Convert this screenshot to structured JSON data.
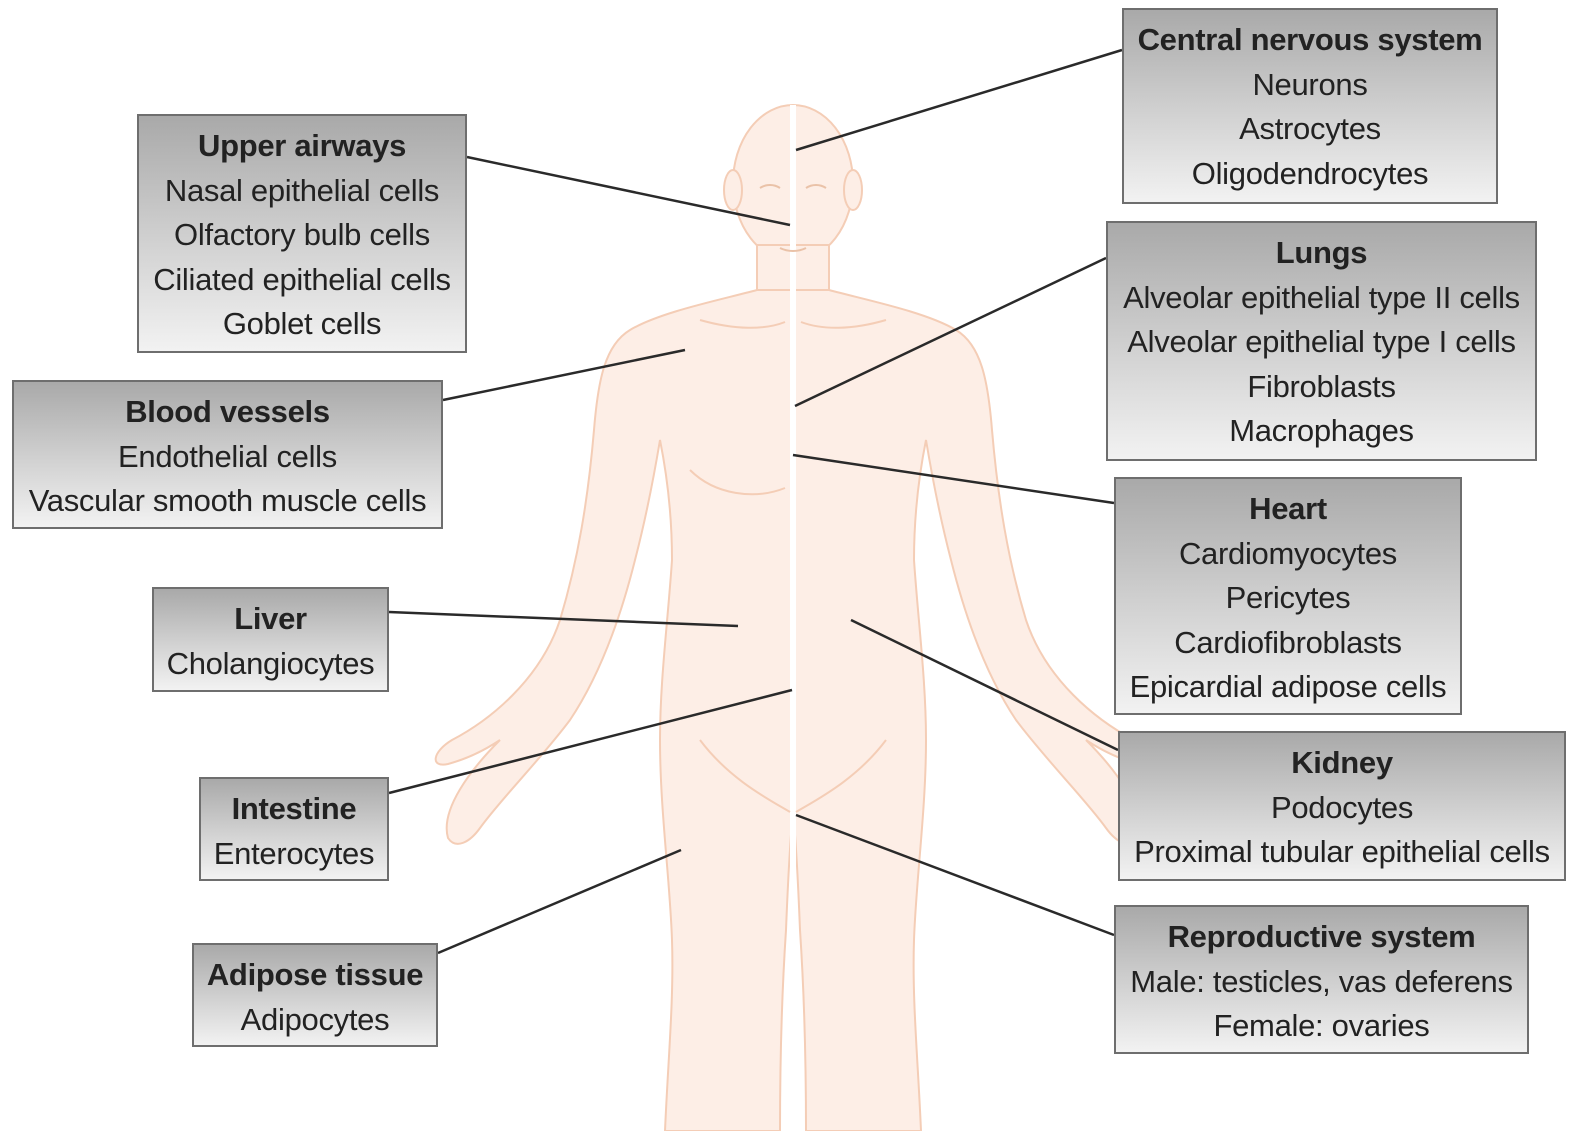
{
  "boxes": [
    {
      "id": "central-nervous-system",
      "title": "Central nervous system",
      "items": [
        "Neurons",
        "Astrocytes",
        "Oligodendrocytes"
      ]
    },
    {
      "id": "upper-airways",
      "title": "Upper airways",
      "items": [
        "Nasal epithelial cells",
        "Olfactory bulb cells",
        "Ciliated epithelial cells",
        "Goblet cells"
      ]
    },
    {
      "id": "lungs",
      "title": "Lungs",
      "items": [
        "Alveolar epithelial type II cells",
        "Alveolar epithelial type I cells",
        "Fibroblasts",
        "Macrophages"
      ]
    },
    {
      "id": "blood-vessels",
      "title": "Blood vessels",
      "items": [
        "Endothelial cells",
        "Vascular smooth muscle cells"
      ]
    },
    {
      "id": "heart",
      "title": "Heart",
      "items": [
        "Cardiomyocytes",
        "Pericytes",
        "Cardiofibroblasts",
        "Epicardial adipose cells"
      ]
    },
    {
      "id": "liver",
      "title": "Liver",
      "items": [
        "Cholangiocytes"
      ]
    },
    {
      "id": "kidney",
      "title": "Kidney",
      "items": [
        "Podocytes",
        "Proximal tubular epithelial cells"
      ]
    },
    {
      "id": "intestine",
      "title": "Intestine",
      "items": [
        "Enterocytes"
      ]
    },
    {
      "id": "reproductive-system",
      "title": "Reproductive system",
      "items": [
        "Male: testicles, vas deferens",
        "Female: ovaries"
      ]
    },
    {
      "id": "adipose-tissue",
      "title": "Adipose tissue",
      "items": [
        "Adipocytes"
      ]
    }
  ],
  "colors": {
    "body_fill": "#fdeee6",
    "body_outline": "#f4cdb6",
    "body_midline": "#ffffff",
    "connector": "#2a2a2a",
    "box_border": "#6e6e6e"
  }
}
